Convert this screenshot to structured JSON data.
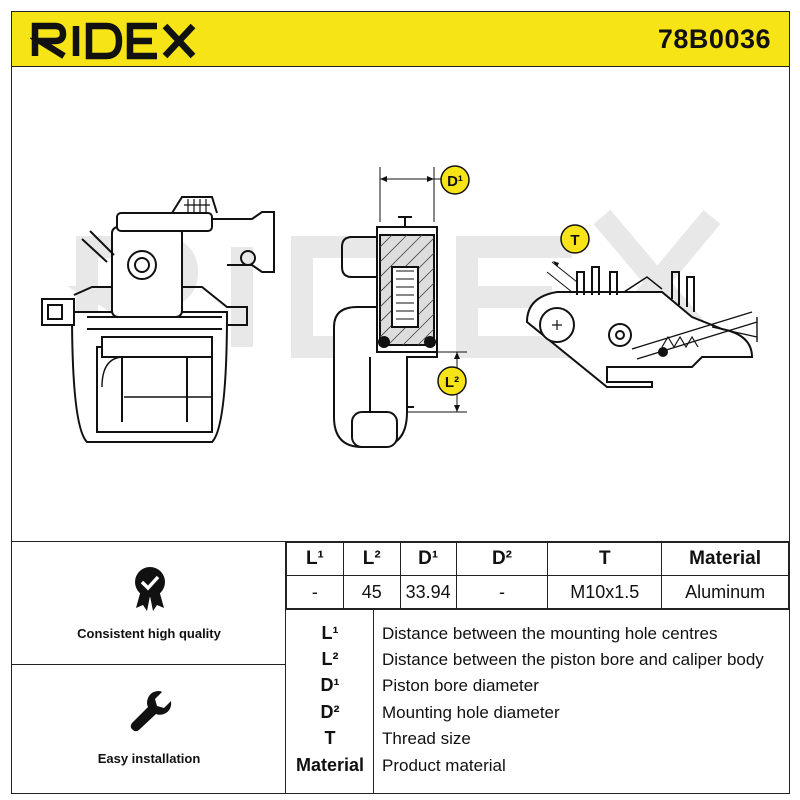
{
  "header": {
    "brand": "RIDEX",
    "part_number": "78B0036"
  },
  "drawing": {
    "labels": {
      "d1": "D¹",
      "l2": "L²",
      "t": "T"
    }
  },
  "features": [
    {
      "label": "Consistent high quality",
      "icon": "medal-check-icon"
    },
    {
      "label": "Easy installation",
      "icon": "wrench-icon"
    }
  ],
  "spec_table": {
    "headers": [
      "L¹",
      "L²",
      "D¹",
      "D²",
      "T",
      "Material"
    ],
    "values": [
      "-",
      "45",
      "33.94",
      "-",
      "M10x1.5",
      "Aluminum"
    ]
  },
  "legend": [
    {
      "key": "L¹",
      "desc": "Distance between the mounting hole centres"
    },
    {
      "key": "L²",
      "desc": "Distance between the piston bore and caliper body"
    },
    {
      "key": "D¹",
      "desc": "Piston bore diameter"
    },
    {
      "key": "D²",
      "desc": "Mounting hole diameter"
    },
    {
      "key": "T",
      "desc": "Thread size"
    },
    {
      "key": "Material",
      "desc": "Product material"
    }
  ],
  "colors": {
    "brand_yellow": "#f7e417",
    "line": "#222222",
    "watermark": "#e6e6e6"
  }
}
